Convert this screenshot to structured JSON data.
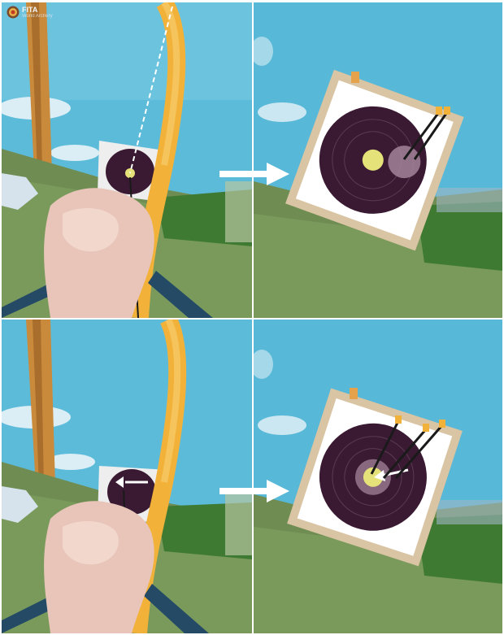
{
  "badge": {
    "text": "FITA",
    "subtext": "World Archery"
  },
  "panels": [
    {
      "id": "aim-before",
      "step": 1
    },
    {
      "id": "target-before",
      "step": 2
    },
    {
      "id": "aim-after",
      "step": 3
    },
    {
      "id": "target-after",
      "step": 4
    }
  ],
  "colors": {
    "sky": "#57b9d8",
    "grass": "#6f8f55",
    "bow": "#f2b23a",
    "target_face": "#3a1932",
    "target_center": "#e6e27a",
    "target_backing": "#d9c4a3",
    "hand": "#e8c5b8",
    "arrow": "#ffffff"
  },
  "icons": [
    "archery-logo-icon",
    "right-arrow-icon"
  ]
}
